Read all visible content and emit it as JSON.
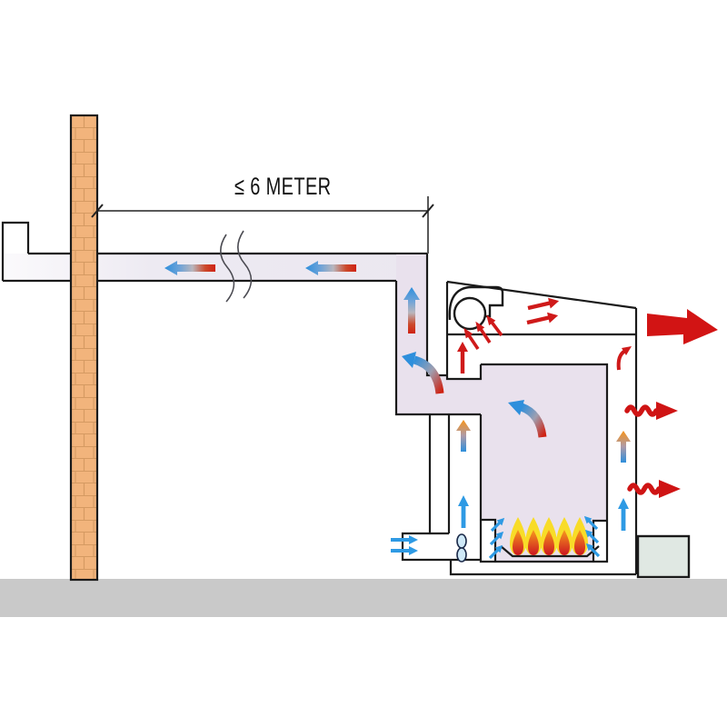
{
  "diagram": {
    "kind": "warm-air-heater-airflow-cross-section",
    "dimension": {
      "label": "≤ 6 METER"
    },
    "colors": {
      "brick": "#f2b47c",
      "brick_joint": "#d59a62",
      "duct_fill": "#ece8f1",
      "chamber_fill": "#e9e1ed",
      "ground": "#c9c9c9",
      "foundation_box": "#e0e8e3",
      "outline": "#1a1a1a",
      "cold_air_blue": "#2e8fdc",
      "hot_air_red": "#cf2213",
      "warm_orange": "#f79318",
      "flame_yellow": "#f8dc28",
      "flame_red": "#cc1622",
      "fan_blade_fill": "#cfe9f8"
    },
    "elements": [
      "brick-chimney",
      "warm-air-duct",
      "duct-break-marks",
      "dimension-line",
      "heater-cabinet",
      "blower-fan",
      "combustion-chamber",
      "burner-flames",
      "intake-fan",
      "air-intake-duct",
      "foundation-box",
      "ground",
      "duct-flow-arrows",
      "riser-flow-arrow",
      "elbow-flow-arrow",
      "chamber-circulation-arrow",
      "blower-outlet-arrows",
      "blower-inlet-arrows",
      "exhaust-arrow",
      "radiant-heat-arrows",
      "channel-airflow-arrows",
      "intake-air-arrows",
      "burner-air-arrows",
      "casing-top-arrow"
    ]
  }
}
